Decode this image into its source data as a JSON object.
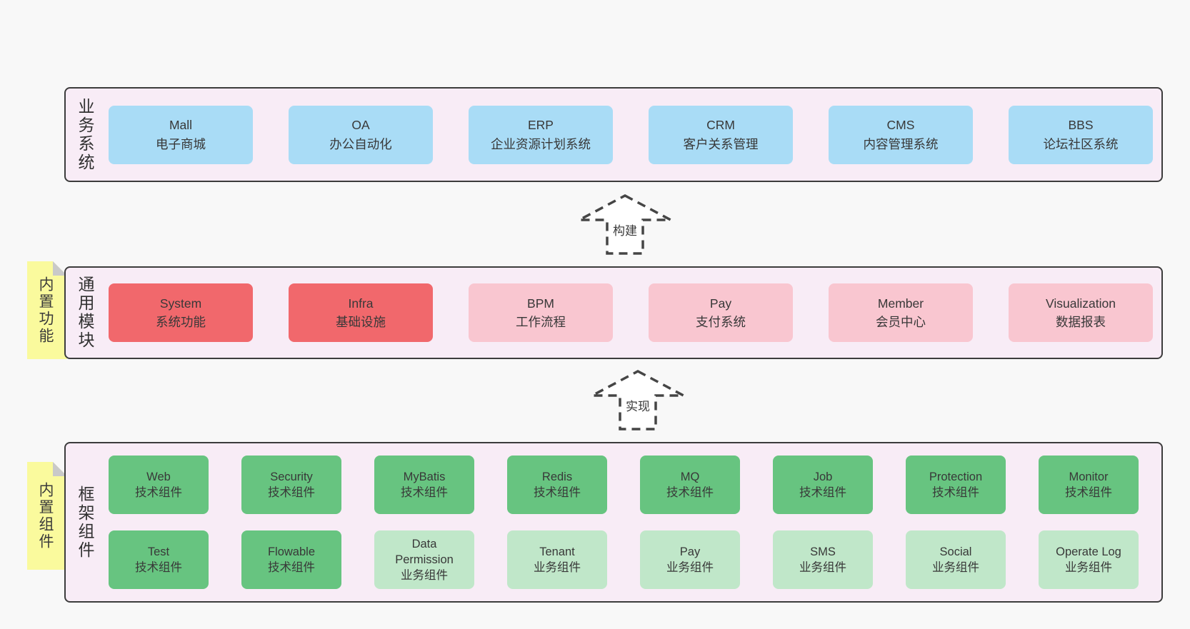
{
  "palette": {
    "page_bg": "#f8f8f8",
    "band_bg": "#f8ecf6",
    "band_border": "#3c3c3c",
    "blue_box": "#a9dcf6",
    "red_box": "#f1686c",
    "pink_box": "#f9c6d0",
    "green_box": "#67c480",
    "light_green_box": "#c0e7c9",
    "sticky_yellow": "#fafa9d",
    "sticky_fold_gray": "#c9c9c9",
    "arrow_stroke": "#454545",
    "text": "#383838"
  },
  "bands": [
    {
      "label": "业务系统",
      "boxes": [
        {
          "title": "Mall",
          "subtitle": "电子商城",
          "variant": "blue"
        },
        {
          "title": "OA",
          "subtitle": "办公自动化",
          "variant": "blue"
        },
        {
          "title": "ERP",
          "subtitle": "企业资源计划系统",
          "variant": "blue"
        },
        {
          "title": "CRM",
          "subtitle": "客户关系管理",
          "variant": "blue"
        },
        {
          "title": "CMS",
          "subtitle": "内容管理系统",
          "variant": "blue"
        },
        {
          "title": "BBS",
          "subtitle": "论坛社区系统",
          "variant": "blue"
        }
      ]
    },
    {
      "label": "通用模块",
      "sticky": "内置功能",
      "boxes": [
        {
          "title": "System",
          "subtitle": "系统功能",
          "variant": "red"
        },
        {
          "title": "Infra",
          "subtitle": "基础设施",
          "variant": "red"
        },
        {
          "title": "BPM",
          "subtitle": "工作流程",
          "variant": "pink"
        },
        {
          "title": "Pay",
          "subtitle": "支付系统",
          "variant": "pink"
        },
        {
          "title": "Member",
          "subtitle": "会员中心",
          "variant": "pink"
        },
        {
          "title": "Visualization",
          "subtitle": "数据报表",
          "variant": "pink"
        }
      ]
    },
    {
      "label": "框架组件",
      "sticky": "内置组件",
      "rows": [
        [
          {
            "title": "Web",
            "subtitle": "技术组件",
            "variant": "green"
          },
          {
            "title": "Security",
            "subtitle": "技术组件",
            "variant": "green"
          },
          {
            "title": "MyBatis",
            "subtitle": "技术组件",
            "variant": "green"
          },
          {
            "title": "Redis",
            "subtitle": "技术组件",
            "variant": "green"
          },
          {
            "title": "MQ",
            "subtitle": "技术组件",
            "variant": "green"
          },
          {
            "title": "Job",
            "subtitle": "技术组件",
            "variant": "green"
          },
          {
            "title": "Protection",
            "subtitle": "技术组件",
            "variant": "green"
          },
          {
            "title": "Monitor",
            "subtitle": "技术组件",
            "variant": "green"
          }
        ],
        [
          {
            "title": "Test",
            "subtitle": "技术组件",
            "variant": "green"
          },
          {
            "title": "Flowable",
            "subtitle": "技术组件",
            "variant": "green"
          },
          {
            "title": "Data Permission",
            "subtitle": "业务组件",
            "variant": "lightgreen"
          },
          {
            "title": "Tenant",
            "subtitle": "业务组件",
            "variant": "lightgreen"
          },
          {
            "title": "Pay",
            "subtitle": "业务组件",
            "variant": "lightgreen"
          },
          {
            "title": "SMS",
            "subtitle": "业务组件",
            "variant": "lightgreen"
          },
          {
            "title": "Social",
            "subtitle": "业务组件",
            "variant": "lightgreen"
          },
          {
            "title": "Operate Log",
            "subtitle": "业务组件",
            "variant": "lightgreen"
          }
        ]
      ]
    }
  ],
  "arrows": [
    {
      "label": "构建"
    },
    {
      "label": "实现"
    }
  ]
}
